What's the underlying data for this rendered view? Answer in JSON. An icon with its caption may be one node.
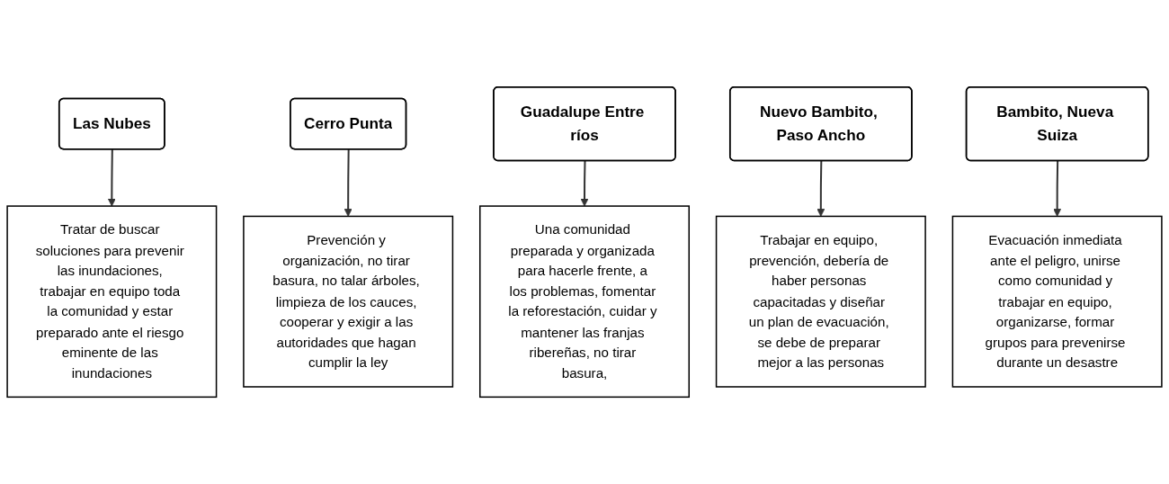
{
  "diagram": {
    "nodes": [
      {
        "text": [
          "Las Nubes"
        ]
      },
      {
        "text": [
          "Cerro Punta"
        ]
      },
      {
        "text": [
          "Guadalupe Entre ríos"
        ]
      },
      {
        "text": [
          "Nuevo Bambito, Paso Ancho"
        ]
      },
      {
        "text": [
          "Bambito, Nueva Suiza"
        ]
      },
      {
        "text": [
          "Tratar de buscar soluciones para prevenir las inundaciones, trabajar en equipo toda la comunidad y estar preparado ante el riesgo eminente de las inundaciones"
        ]
      },
      {
        "text": [
          "Prevención y organización, no tirar basura, no talar árboles, limpieza de los cauces, cooperar y exigir a las autoridades que hagan cumplir la ley"
        ]
      },
      {
        "text": [
          "Una comunidad preparada y organizada para hacerle frente, a los problemas, fomentar la reforestación, cuidar y mantener las franjas ribereñas, no tirar basura,"
        ]
      },
      {
        "text": [
          "Trabajar en equipo, prevención, debería de haber personas capacitadas y diseñar un plan de evacuación, se debe de preparar mejor a las personas"
        ]
      },
      {
        "text": [
          "Evacuación inmediata ante el peligro, unirse como comunidad y trabajar en equipo, organizarse, formar grupos para prevenirse durante un desastre"
        ]
      }
    ],
    "edges": [
      {
        "from": 0,
        "to": 5,
        "arrow": "to"
      },
      {
        "from": 1,
        "to": 6,
        "arrow": "to"
      },
      {
        "from": 2,
        "to": 7,
        "arrow": "to"
      },
      {
        "from": 3,
        "to": 8,
        "arrow": "to"
      },
      {
        "from": 4,
        "to": 9,
        "arrow": "to"
      }
    ]
  }
}
